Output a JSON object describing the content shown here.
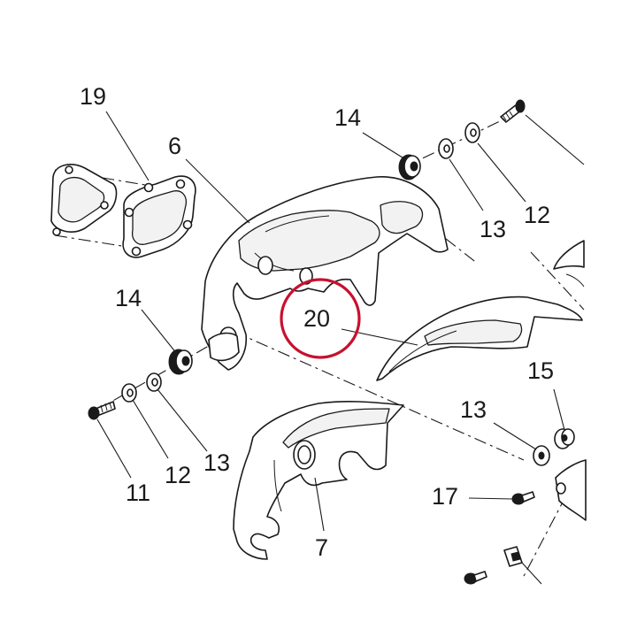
{
  "highlight": {
    "label": "20",
    "color": "#c8102e"
  },
  "callouts": {
    "c19": "19",
    "c6": "6",
    "c14_top": "14",
    "c13_top": "13",
    "c12_top": "12",
    "c14_left": "14",
    "c11": "11",
    "c12_left": "12",
    "c13_left": "13",
    "c13_right": "13",
    "c15": "15",
    "c17": "17",
    "c7": "7"
  },
  "colors": {
    "line": "#1a1a1a",
    "background": "#ffffff"
  }
}
